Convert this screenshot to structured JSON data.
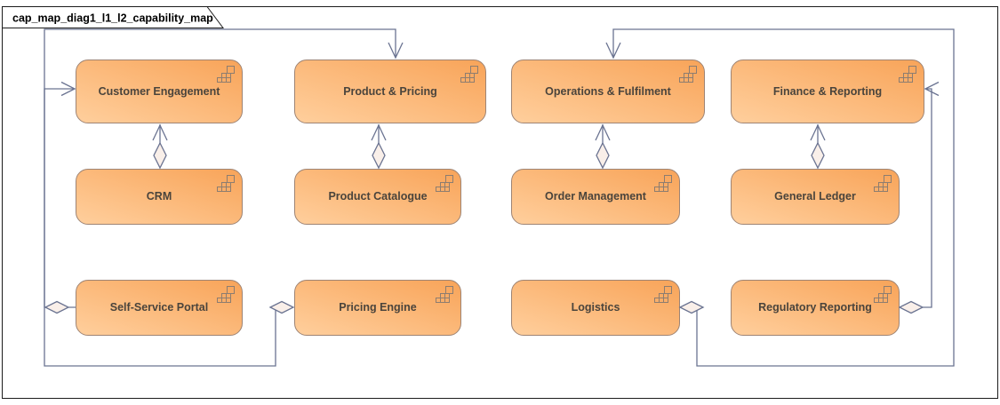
{
  "window": {
    "tab_title": "cap_map_diag1_l1_l2_capability_map"
  },
  "palette": {
    "box_fill_light": "#ffcf9d",
    "box_fill_dark": "#f8a459",
    "box_border": "#9e8474",
    "connector": "#6a7391",
    "diamond_fill": "#f9efe9",
    "frame_border": "#1c1c1c",
    "label_color": "#4a443c",
    "icon_color": "#8d7d70"
  },
  "icons": {
    "capability_icon": "stair-grid-icon"
  },
  "capabilities": {
    "level1": [
      "Customer Engagement",
      "Product & Pricing",
      "Operations & Fulfilment",
      "Finance & Reporting"
    ],
    "level2_row1": [
      "CRM",
      "Product Catalogue",
      "Order Management",
      "General Ledger"
    ],
    "level2_row2": [
      "Self-Service Portal",
      "Pricing Engine",
      "Logistics",
      "Regulatory Reporting"
    ]
  },
  "relationships": [
    {
      "from": "CRM",
      "to": "Customer Engagement",
      "type": "aggregation-arrow"
    },
    {
      "from": "Product Catalogue",
      "to": "Product & Pricing",
      "type": "aggregation-arrow"
    },
    {
      "from": "Order Management",
      "to": "Operations & Fulfilment",
      "type": "aggregation-arrow"
    },
    {
      "from": "General Ledger",
      "to": "Finance & Reporting",
      "type": "aggregation-arrow"
    },
    {
      "from": "Self-Service Portal",
      "to": "Customer Engagement",
      "type": "aggregation-arrow"
    },
    {
      "from": "Pricing Engine",
      "to": "Product & Pricing",
      "type": "aggregation-arrow"
    },
    {
      "from": "Logistics",
      "to": "Operations & Fulfilment",
      "type": "aggregation-arrow"
    },
    {
      "from": "Regulatory Reporting",
      "to": "Finance & Reporting",
      "type": "aggregation-arrow"
    }
  ]
}
